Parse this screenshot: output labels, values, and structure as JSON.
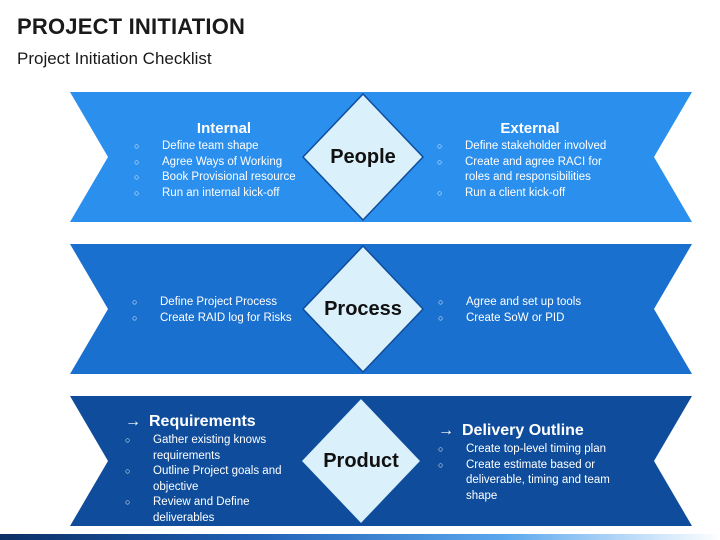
{
  "header": {
    "title": "PROJECT INITIATION",
    "subtitle": "Project Initiation Checklist"
  },
  "bullet_glyph": "○",
  "arrow_glyph": "→",
  "bands": [
    {
      "diamond_label": "People",
      "fill": "#2b8fee",
      "left": {
        "heading": "Internal",
        "items": [
          "Define team shape",
          "Agree Ways of Working",
          "Book Provisional resource",
          "Run an internal kick-off"
        ]
      },
      "right": {
        "heading": "External",
        "items": [
          "Define stakeholder involved",
          "Create and agree RACI for",
          "Run a client kick-off"
        ],
        "continuation": "roles and responsibilities"
      }
    },
    {
      "diamond_label": "Process",
      "fill": "#1a70cf",
      "left": {
        "items": [
          "Define Project Process",
          "Create RAID log for Risks"
        ]
      },
      "right": {
        "items": [
          "Agree and set up tools",
          "Create SoW or PID"
        ]
      }
    },
    {
      "diamond_label": "Product",
      "fill": "#0f4d9c",
      "left": {
        "heading": "Requirements",
        "items": [
          "Gather existing knows",
          "Outline Project goals and",
          "Review and Define deliverables"
        ],
        "continuations": [
          "requirements",
          "objective"
        ]
      },
      "right": {
        "heading": "Delivery Outline",
        "items": [
          "Create top-level timing plan",
          "Create estimate based or"
        ],
        "continuations": [
          "deliverable, timing and team",
          "shape"
        ]
      }
    }
  ],
  "colors": {
    "diamond_fill": "#daf0fb",
    "text_on_band": "#ffffff"
  }
}
